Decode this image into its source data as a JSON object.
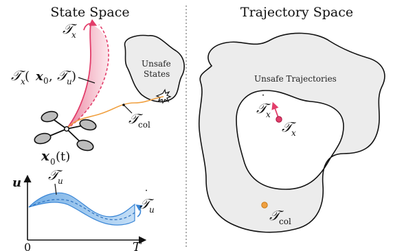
{
  "left_panel": {
    "title": "State Space",
    "unsafe_label_line1": "Unsafe",
    "unsafe_label_line2": "States",
    "labels": {
      "tx_dot": "𝒯",
      "tx_dot_sub": "x",
      "tx_main": "𝒯",
      "tx_main_sub": "x",
      "tx_args_open": " (",
      "tx_args_x": "x",
      "tx_args_x_sub": "0",
      "tx_args_comma": ", ",
      "tx_args_t": "𝒯",
      "tx_args_t_sub": "u",
      "tx_args_close": ")",
      "tcol": "𝒯",
      "tcol_sub": "col",
      "x0t_x": "x",
      "x0t_sub": "0",
      "x0t_arg": "(t)"
    }
  },
  "bottom_panel": {
    "axis_u": "u",
    "tu_label": "𝒯",
    "tu_sub": "u",
    "tu_dot": "𝒯",
    "tu_dot_sub": "u",
    "tick_zero": "0",
    "tick_T": "T"
  },
  "right_panel": {
    "title": "Trajectory Space",
    "unsafe_label": "Unsafe Trajectories",
    "tx_dot": "𝒯",
    "tx_dot_sub": "x",
    "tx": "𝒯",
    "tx_sub": "x",
    "tcol": "𝒯",
    "tcol_sub": "col"
  },
  "colors": {
    "pink": "#e23d6a",
    "pink_fill": "#f7c6d2",
    "orange": "#f0a040",
    "blue": "#3a86d6",
    "blue_fill": "#9cc6ee",
    "gray_fill": "#ececec",
    "divider": "#888888"
  }
}
